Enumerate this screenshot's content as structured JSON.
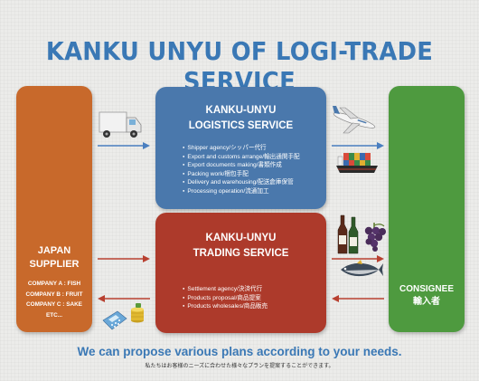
{
  "title": "KANKU UNYU OF LOGI-TRADE SERVICE",
  "japan": {
    "line1": "JAPAN",
    "line2": "SUPPLIER",
    "companies": [
      "COMPANY A : FISH",
      "COMPANY B : FRUIT",
      "COMPANY C : SAKE",
      "ETC..."
    ]
  },
  "logistics": {
    "line1": "KANKU-UNYU",
    "line2": "LOGISTICS SERVICE",
    "items": [
      "Shipper agency/シッパー代行",
      "Export and customs arrange/輸出通関手配",
      "Export documents making/書類作成",
      "Packing work/梱包手配",
      "Delivery and warehousing/配送倉庫保管",
      "Processing operation/流通加工"
    ]
  },
  "trading": {
    "line1": "KANKU-UNYU",
    "line2": "TRADING SERVICE",
    "items": [
      "Settlement agency/決済代行",
      "Products proposal/商品提案",
      "Products wholesales/商品販売"
    ]
  },
  "consignee": {
    "line1": "CONSIGNEE",
    "line2": "輸入者"
  },
  "tagline": "We can propose various plans according to your needs.",
  "subtagline": "私たちはお客様のニーズに合わせた様々なプランを提案することができます。",
  "icons": [
    "truck-icon",
    "airplane-icon",
    "container-ship-icon",
    "sake-bottles-icon",
    "grapes-icon",
    "tuna-icon",
    "calculator-icon",
    "coins-icon"
  ],
  "colors": {
    "title": "#3a78b5",
    "japan": "#c8692b",
    "logistics": "#4a78ac",
    "trading": "#ad3a2b",
    "consignee": "#4e9a3f",
    "arrow_blue": "#4a7fc0",
    "arrow_red": "#b84030"
  }
}
